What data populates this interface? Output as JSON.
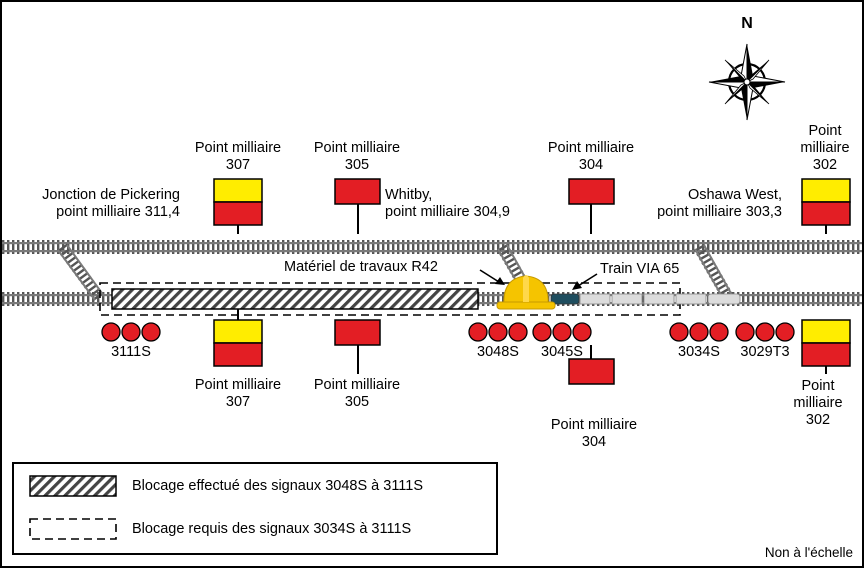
{
  "compass": {
    "north_label": "N"
  },
  "mileposts": {
    "mp307_top": {
      "title": "Point milliaire",
      "number": "307"
    },
    "mp305_top": {
      "title": "Point milliaire",
      "number": "305"
    },
    "mp304_top": {
      "title": "Point milliaire",
      "number": "304"
    },
    "mp302_top": {
      "title": "Point",
      "title2": "milliaire",
      "number": "302"
    },
    "mp307_bottom": {
      "title": "Point milliaire",
      "number": "307"
    },
    "mp305_bottom": {
      "title": "Point milliaire",
      "number": "305"
    },
    "mp304_bottom": {
      "title": "Point milliaire",
      "number": "304"
    },
    "mp302_bottom": {
      "title": "Point",
      "title2": "milliaire",
      "number": "302"
    }
  },
  "locations": {
    "pickering": {
      "line1": "Jonction de Pickering",
      "line2": "point milliaire 311,4"
    },
    "whitby": {
      "line1": "Whitby,",
      "line2": "point milliaire 304,9"
    },
    "oshawa": {
      "line1": "Oshawa West,",
      "line2": "point milliaire 303,3"
    }
  },
  "equipment": {
    "work_equipment": "Matériel de travaux R42",
    "train": "Train VIA 65"
  },
  "signals": [
    "3111S",
    "3048S",
    "3045S",
    "3034S",
    "3029T3"
  ],
  "legend": {
    "effected_block": "Blocage effectué des signaux 3048S à 3111S",
    "requested_block": "Blocage requis des signaux 3034S à 3111S"
  },
  "scale_note": "Non à l'échelle",
  "colors": {
    "signal_red": "#e31e24",
    "signal_yellow": "#ffed00",
    "helmet": "#f5c400",
    "track": "#7a7a7a"
  }
}
